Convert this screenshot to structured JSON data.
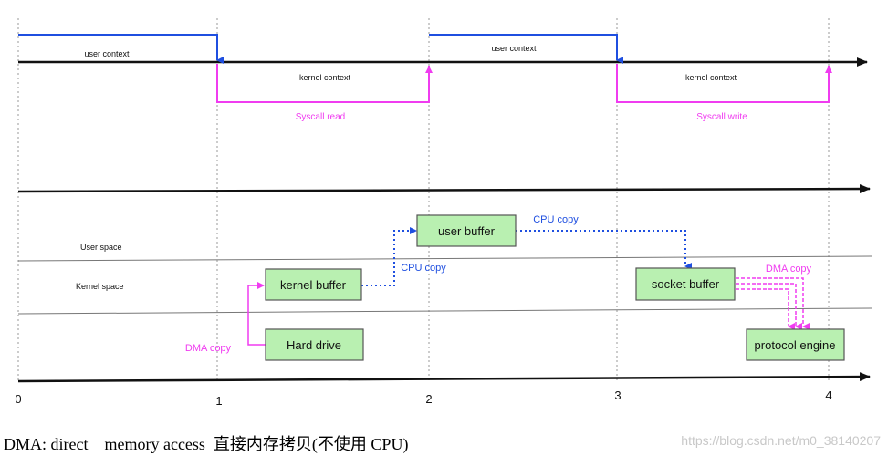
{
  "colors": {
    "user_context": "#1f4fe0",
    "kernel_context": "#f03cf0",
    "axis": "#111111",
    "box_fill": "#b9f0b1",
    "box_stroke": "#555555",
    "divider": "#777777",
    "cpu_copy": "#1f4fe0",
    "dma_copy": "#f03cf0"
  },
  "timeline": {
    "ticks": [
      "0",
      "1",
      "2",
      "3",
      "4"
    ],
    "user_context_labels": [
      "user context",
      "user context"
    ],
    "kernel_context_labels": [
      "kernel context",
      "kernel context"
    ],
    "syscall_labels": [
      "Syscall read",
      "Syscall write"
    ]
  },
  "spaces": {
    "user_space_label": "User space",
    "kernel_space_label": "Kernel  space"
  },
  "boxes": {
    "user_buffer": "user buffer",
    "kernel_buffer": "kernel buffer",
    "hard_drive": "Hard drive",
    "socket_buffer": "socket buffer",
    "protocol_engine": "protocol engine"
  },
  "copy_labels": {
    "cpu_copy_top": "CPU copy",
    "cpu_copy_mid": "CPU copy",
    "dma_copy_left": "DMA copy",
    "dma_copy_right": "DMA copy"
  },
  "caption": "DMA: direct    memory access  直接内存拷贝(不使用 CPU)",
  "watermark": "https://blog.csdn.net/m0_38140207"
}
